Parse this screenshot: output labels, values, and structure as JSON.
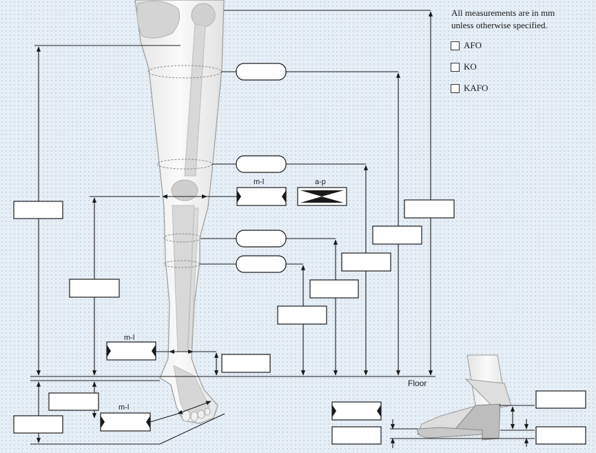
{
  "legend": {
    "note_line1": "All measurements are in mm",
    "note_line2": "unless otherwise specified.",
    "options": [
      {
        "label": "AFO",
        "checked": false
      },
      {
        "label": "KO",
        "checked": false
      },
      {
        "label": "KAFO",
        "checked": false
      }
    ]
  },
  "labels": {
    "ml": "m-l",
    "ap": "a-p",
    "floor": "Floor"
  }
}
